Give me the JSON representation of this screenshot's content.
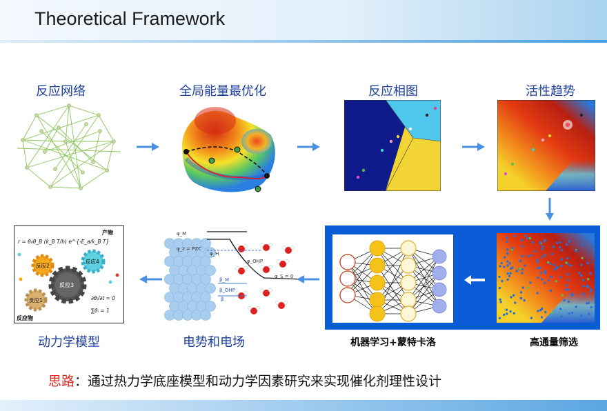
{
  "header": {
    "title": "Theoretical Framework"
  },
  "steps": {
    "reaction_network": "反应网络",
    "global_optimization": "全局能量最优化",
    "phase_diagram": "反应相图",
    "activity_trend": "活性趋势",
    "high_throughput": "高通量筛选",
    "ml_mc": "机器学习+蒙特卡洛",
    "potential_field": "电势和电场",
    "kinetic_model": "动力学模型"
  },
  "kinetic_panel": {
    "rate_equation": "r = θ₀θ_B (k_B T/h) e^{-E_a/k_B T}",
    "product": "产物",
    "reactant": "反应物",
    "gear1": "反应1",
    "gear2": "反应2",
    "gear3": "反应3",
    "gear4": "反应4",
    "steady_state": "∂θᵢ/∂t = 0",
    "sum_rule": "∑θᵢ = 1"
  },
  "potential_panel": {
    "phi_m": "φ_M",
    "pzc": "φ_z = PZC",
    "phi_h": "φ_H",
    "phi_ohp": "φ_OHP",
    "phi_s": "φ_S = 0",
    "beta_m": "β_M",
    "beta_ohp": "β_OHP",
    "beta": "β"
  },
  "footer": {
    "prefix": "思路",
    "colon": "：",
    "text": "通过热力学底座模型和动力学因素研究来实现催化剂理性设计"
  },
  "colors": {
    "label_blue": "#1c3f9c",
    "arrow_blue": "#4a90e2",
    "highlight_box": "#0a5bd6",
    "accent_red": "#e4261f"
  }
}
